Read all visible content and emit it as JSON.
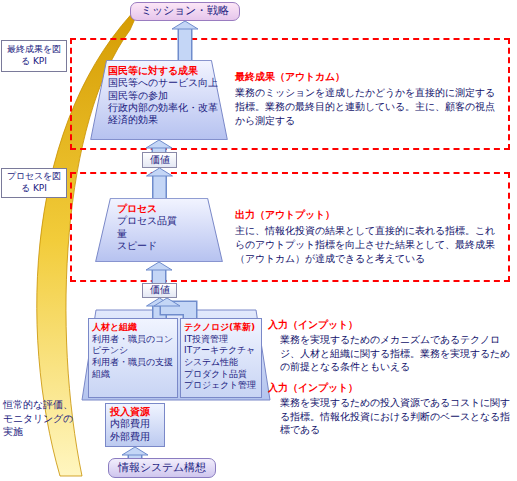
{
  "diagram": {
    "nodes": [
      {
        "text": [
          "ミッション・戦略"
        ]
      },
      {
        "text": [
          "最終成果を図る KPI"
        ]
      },
      {
        "text": [
          "最終成果（アウトカム）",
          "業務のミッションを達成したかどうかを直接的に測定する指標。業務の最終目的と連動している。主に、顧客の視点から測定する"
        ]
      },
      {
        "text": [
          "国民等に対する成果",
          "国民等へのサービス向上",
          "国民等の参加",
          "行政内部の効率化・改革",
          "経済的効果"
        ],
        "in": 2
      },
      {
        "text": [
          "価値"
        ]
      },
      {
        "text": [
          "プロセスを図る KPI"
        ]
      },
      {
        "text": [
          "出力（アウトプット）",
          "主に、情報化投資の結果として直接的に表れる指標。これらのアウトプット指標を向上させた結果として、最終成果（アウトカム）が達成できると考えている"
        ]
      },
      {
        "text": [
          "プロセス",
          "プロセス品質",
          "量",
          "スピード"
        ],
        "in": 6
      },
      {
        "text": [
          "価値"
        ]
      },
      {
        "text": [
          "人材と組織",
          "利用者・職員のコンピテンシ",
          "利用者・職員の支援",
          "組織"
        ]
      },
      {
        "text": [
          "テクノロジ(革新)",
          "IT投資管理",
          "ITアーキテクチャ",
          "システム性能",
          "プロダクト品質",
          "プロジェクト管理"
        ]
      },
      {
        "text": [
          "投入資源",
          "内部費用",
          "外部費用"
        ]
      },
      {
        "text": [
          "情報システム構想"
        ]
      }
    ],
    "edges": [
      {
        "from": 3,
        "to": 0,
        "arrow": "to"
      },
      {
        "from": 4,
        "to": 3,
        "arrow": "to"
      },
      {
        "from": 7,
        "to": 4,
        "arrow": "to"
      },
      {
        "from": 8,
        "to": 7,
        "arrow": "to"
      },
      {
        "from": 9,
        "to": 8,
        "arrow": "to"
      },
      {
        "from": 10,
        "to": 8,
        "arrow": "to"
      },
      {
        "from": 12,
        "to": 11,
        "arrow": "to"
      }
    ],
    "labels": [
      "入力（インプット）",
      "業務を実現するためのメカニズムであるテクノロジ、人材と組織に関する指標。業務を実現するための前提となる条件ともいえる",
      "入力（インプット）",
      "業務を実現するための投入資源であるコストに関する指標。情報化投資における判断のベースとなる指標である",
      "恒常的な評価、モニタリングの実施"
    ]
  }
}
